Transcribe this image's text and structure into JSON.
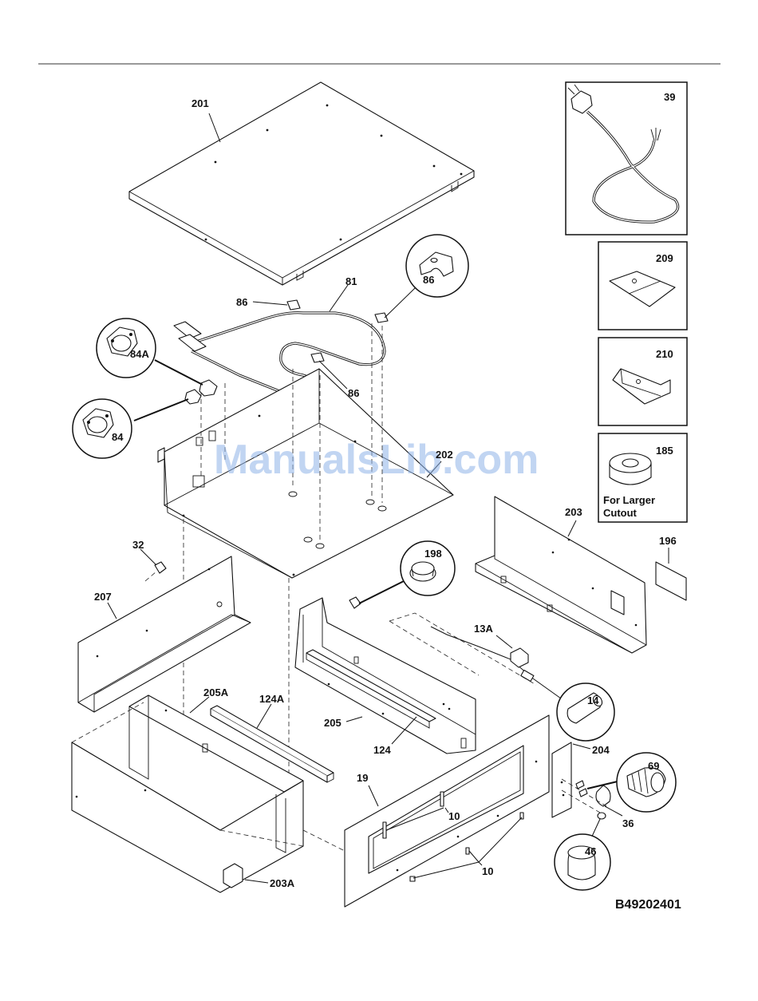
{
  "watermark": "ManualsLib.com",
  "diagram_code": "B49202401",
  "inset_note": "For Larger\nCutout",
  "inset_note_lines": [
    "For Larger",
    "Cutout"
  ],
  "parts": {
    "p201": "201",
    "p81": "81",
    "p86a": "86",
    "p86b": "86",
    "p86c": "86",
    "p84a": "84A",
    "p84": "84",
    "p202": "202",
    "p32": "32",
    "p207": "207",
    "p205a": "205A",
    "p124a": "124A",
    "p205": "205",
    "p124": "124",
    "p198": "198",
    "p13a": "13A",
    "p14": "14",
    "p203": "203",
    "p196": "196",
    "p204": "204",
    "p69": "69",
    "p36": "36",
    "p46": "46",
    "p19": "19",
    "p10a": "10",
    "p10b": "10",
    "p203a": "203A",
    "p39": "39",
    "p209": "209",
    "p210": "210",
    "p185": "185"
  },
  "colors": {
    "line": "#111111",
    "watermark": "#8fb3e8",
    "background": "#ffffff"
  }
}
